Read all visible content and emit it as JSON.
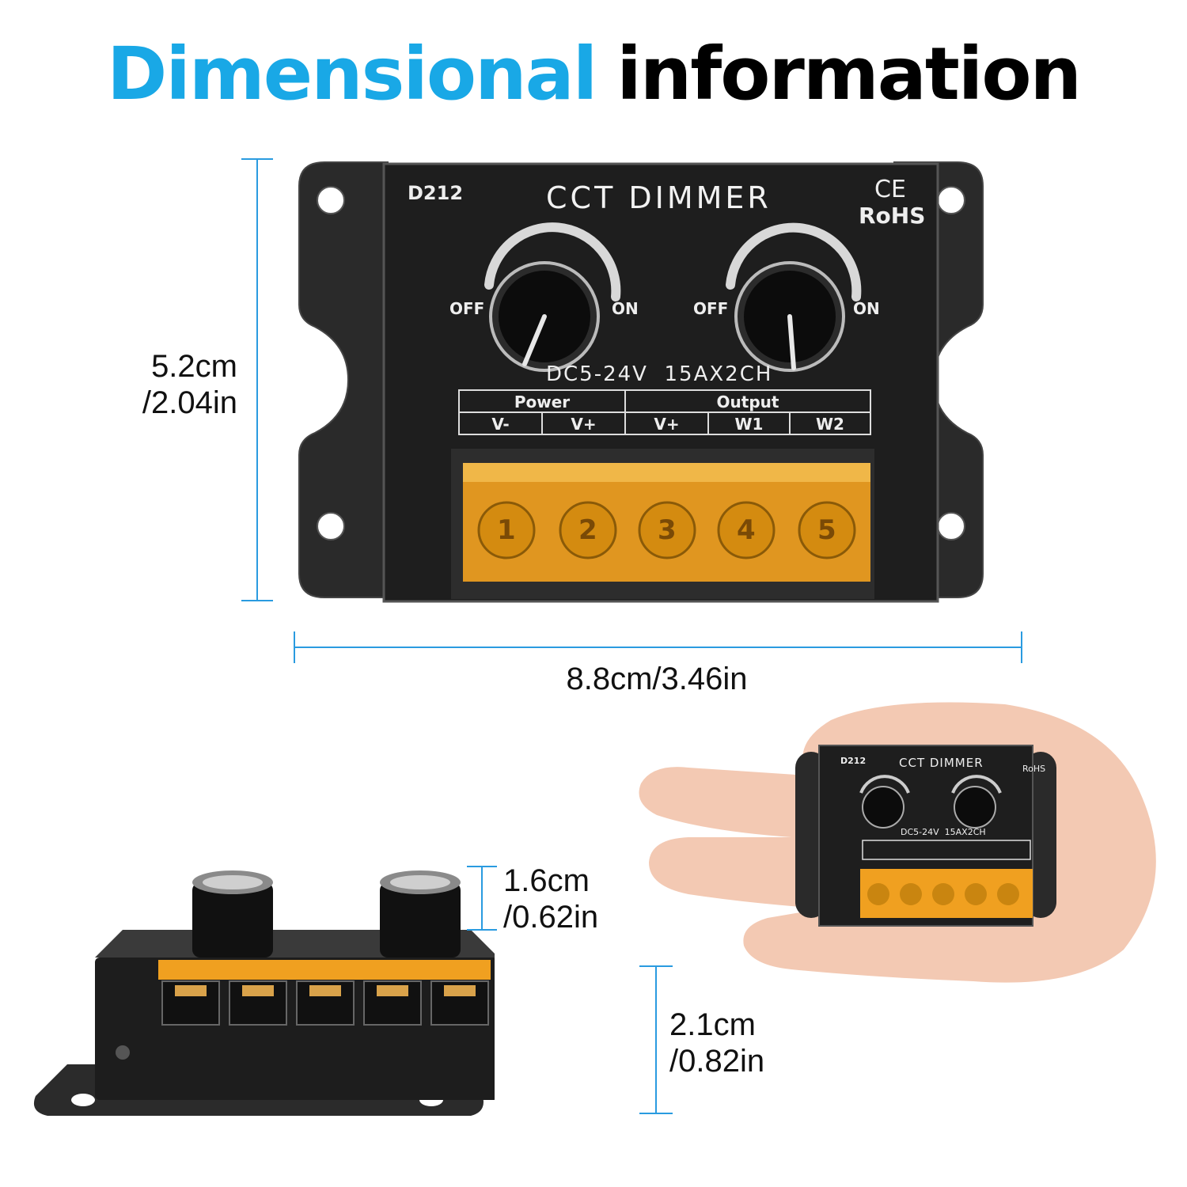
{
  "heading": {
    "word1": "Dimensional",
    "word2": "information"
  },
  "colors": {
    "accent": "#19a8e6",
    "dimension_line": "#2a9be0",
    "terminal_cover": "#f0a020",
    "device_body": "#1e1e1e"
  },
  "device_label": {
    "model": "D212",
    "title": "CCT DIMMER",
    "ce": "CE",
    "rohs": "RoHS",
    "knob_off": "OFF",
    "knob_on": "ON",
    "rating": "DC5-24V  15AX2CH",
    "group_power": "Power",
    "group_output": "Output",
    "terminals": [
      "V-",
      "V+",
      "V+",
      "W1",
      "W2"
    ],
    "terminal_numbers": [
      "1",
      "2",
      "3",
      "4",
      "5"
    ]
  },
  "dimensions": {
    "height": {
      "cm": "5.2cm",
      "in": "/2.04in"
    },
    "width": "8.8cm/3.46in",
    "knob_height": {
      "cm": "1.6cm",
      "in": "/0.62in"
    },
    "body_depth": {
      "cm": "2.1cm",
      "in": "/0.82in"
    }
  }
}
